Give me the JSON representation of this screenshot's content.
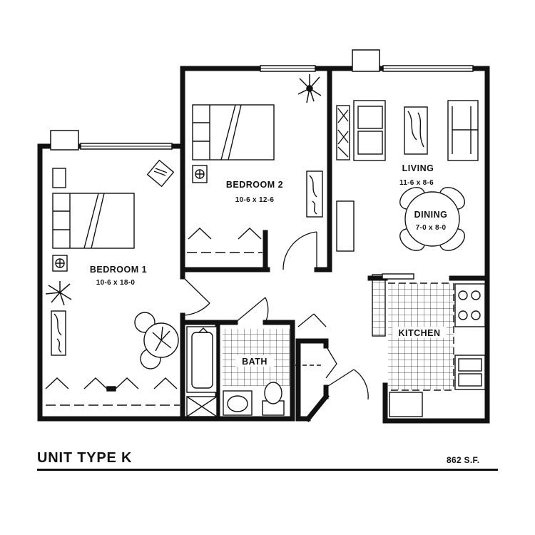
{
  "colors": {
    "ink": "#111111",
    "paper": "#ffffff"
  },
  "rooms": {
    "bedroom1": {
      "name": "BEDROOM 1",
      "dims": "10-6 x 18-0"
    },
    "bedroom2": {
      "name": "BEDROOM 2",
      "dims": "10-6 x 12-6"
    },
    "living": {
      "name": "LIVING",
      "dims": "11-6 x 8-6"
    },
    "dining": {
      "name": "DINING",
      "dims": "7-0 x 8-0"
    },
    "kitchen": {
      "name": "KITCHEN"
    },
    "bath": {
      "name": "BATH"
    }
  },
  "footer": {
    "unit_type": "UNIT TYPE K",
    "area": "862 S.F."
  }
}
